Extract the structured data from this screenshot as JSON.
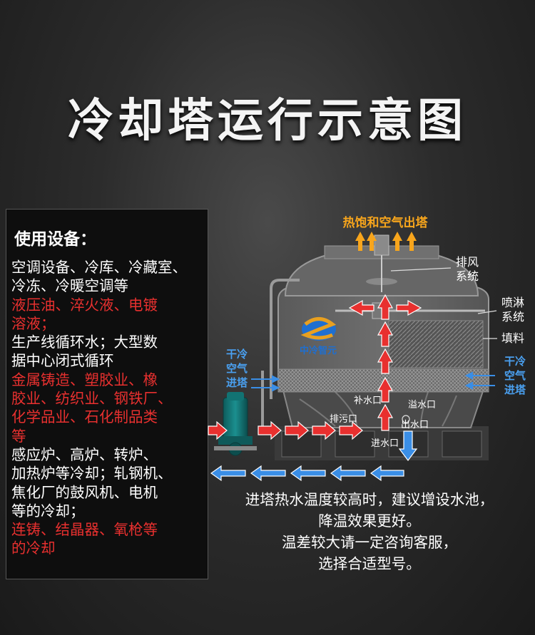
{
  "title": "冷却塔运行示意图",
  "usage": {
    "heading": "使用设备：",
    "lines": [
      {
        "text": "空调设备、冷库、冷藏室、",
        "color": "white"
      },
      {
        "text": "冷冻、冷暖空调等",
        "color": "white"
      },
      {
        "text": "液压油、淬火液、电镀",
        "color": "red"
      },
      {
        "text": "溶液；",
        "color": "red"
      },
      {
        "text": "生产线循环水；大型数",
        "color": "white"
      },
      {
        "text": "据中心闭式循环",
        "color": "white"
      },
      {
        "text": "金属铸造、塑胶业、橡",
        "color": "red"
      },
      {
        "text": "胶业、纺织业、钢铁厂、",
        "color": "red"
      },
      {
        "text": "化学品业、石化制品类",
        "color": "red"
      },
      {
        "text": "等",
        "color": "red"
      },
      {
        "text": "感应炉、高炉、转炉、",
        "color": "white"
      },
      {
        "text": "加热炉等冷却；轧钢机、",
        "color": "white"
      },
      {
        "text": "焦化厂的鼓风机、电机",
        "color": "white"
      },
      {
        "text": "等的冷却；",
        "color": "white"
      },
      {
        "text": "连铸、结晶器、氧枪等",
        "color": "red"
      },
      {
        "text": "的冷却",
        "color": "red"
      }
    ]
  },
  "diagram": {
    "top_label": "热饱和空气出塔",
    "fan_label_1": "排风",
    "fan_label_2": "系统",
    "spray_label_1": "喷淋",
    "spray_label_2": "系统",
    "fill_label": "填料",
    "left_air_1": "干冷",
    "left_air_2": "空气",
    "left_air_3": "进塔",
    "right_air_1": "干冷",
    "right_air_2": "空气",
    "right_air_3": "进塔",
    "makeup_label": "补水口",
    "overflow_label": "溢水口",
    "drain_label": "排污口",
    "outlet_label": "出水口",
    "inlet_label": "进水口",
    "logo_name": "中冷智元"
  },
  "note": {
    "line1": "进塔热水温度较高时，建议增设水池，",
    "line2": "降温效果更好。",
    "line3": "温差较大请一定咨询客服，",
    "line4": "选择合适型号。"
  },
  "colors": {
    "accent_orange": "#f7a51c",
    "hot_red": "#e8302f",
    "cold_blue": "#3a8ee6",
    "label_white": "#ffffff"
  }
}
